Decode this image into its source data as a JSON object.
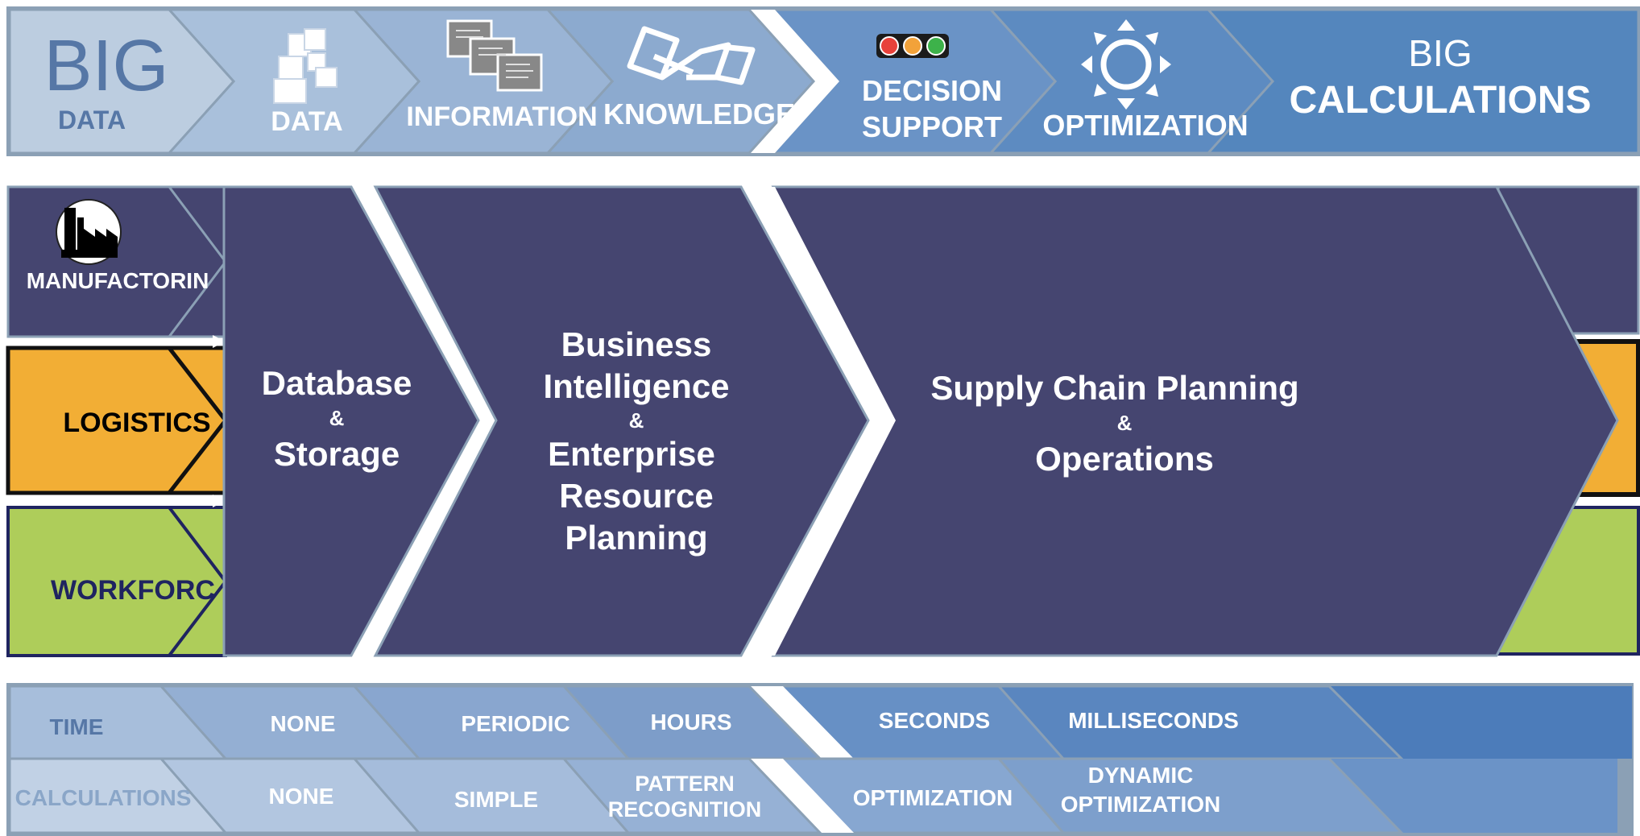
{
  "top_band": {
    "big_data": {
      "big": "BIG",
      "data": "DATA"
    },
    "stages": [
      {
        "label": "DATA",
        "icon": "scattered-squares-icon"
      },
      {
        "label": "INFORMATION",
        "icon": "stacked-documents-icon"
      },
      {
        "label": "KNOWLEDGE",
        "icon": "banner-ribbons-icon"
      },
      {
        "label1": "DECISION",
        "label2": "SUPPORT",
        "icon": "traffic-light-icon"
      },
      {
        "label": "OPTIMIZATION",
        "icon": "expanding-circle-arrows-icon"
      }
    ],
    "big_calculations": {
      "big": "BIG",
      "calculations": "CALCULATIONS"
    }
  },
  "middle_band": {
    "sectors": [
      {
        "label": "MANUFACTORIN",
        "color": "#454570",
        "icon": "factory-icon"
      },
      {
        "label": "LOGISTICS",
        "color": "#f2ae35"
      },
      {
        "label": "WORKFORC",
        "color": "#aecd5a"
      }
    ],
    "chevrons": [
      {
        "line1": "Database",
        "amp": "&",
        "line2": "Storage"
      },
      {
        "line1": "Business",
        "line2": "Intelligence",
        "amp": "&",
        "line3": "Enterprise",
        "line4": "Resource",
        "line5": "Planning"
      },
      {
        "line1": "Supply Chain Planning",
        "amp": "&",
        "line2": "Operations"
      }
    ]
  },
  "bottom_band": {
    "time_row": [
      "TIME",
      "NONE",
      "PERIODIC",
      "HOURS",
      "SECONDS",
      "MILLISECONDS"
    ],
    "calc_row": [
      "CALCULATIONS",
      "NONE",
      "SIMPLE",
      "PATTERN",
      "RECOGNITION",
      "OPTIMIZATION",
      "DYNAMIC",
      "OPTIMIZATION"
    ]
  },
  "colors": {
    "navy": "#454570",
    "orange": "#f2ae35",
    "green": "#aecd5a",
    "steel_blue": "#5b87bd",
    "pale_blue": "#b7c8dd"
  }
}
